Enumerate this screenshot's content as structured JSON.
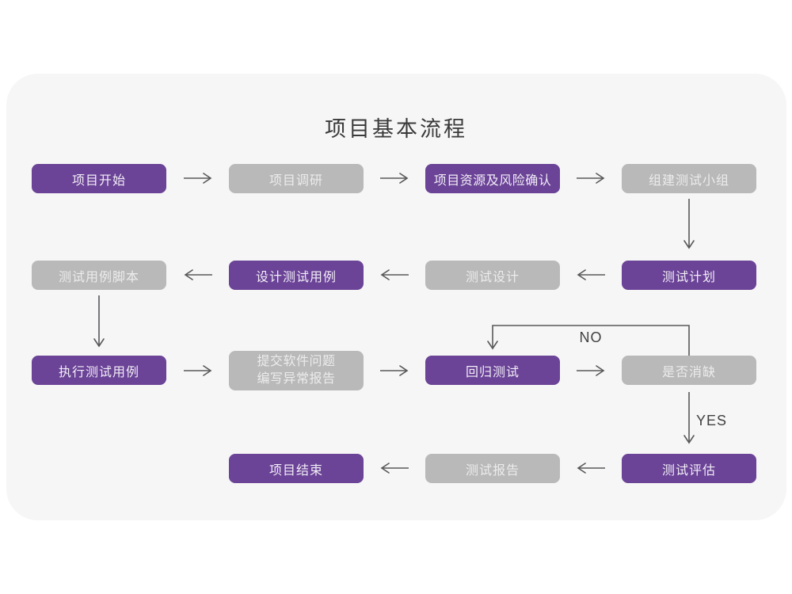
{
  "diagram": {
    "title": "项目基本流程",
    "nodes": [
      {
        "id": "project-start",
        "label": "项目开始",
        "variant": "purple"
      },
      {
        "id": "project-research",
        "label": "项目调研",
        "variant": "gray"
      },
      {
        "id": "resource-risk-confirm",
        "label": "项目资源及风险确认",
        "variant": "purple"
      },
      {
        "id": "build-test-team",
        "label": "组建测试小组",
        "variant": "gray"
      },
      {
        "id": "test-case-script",
        "label": "测试用例脚本",
        "variant": "gray"
      },
      {
        "id": "design-test-cases",
        "label": "设计测试用例",
        "variant": "purple"
      },
      {
        "id": "test-design",
        "label": "测试设计",
        "variant": "gray"
      },
      {
        "id": "test-plan",
        "label": "测试计划",
        "variant": "purple"
      },
      {
        "id": "execute-test-cases",
        "label": "执行测试用例",
        "variant": "purple"
      },
      {
        "id": "submit-issues",
        "label": "提交软件问题",
        "label2": "编写异常报告",
        "variant": "gray"
      },
      {
        "id": "regression-test",
        "label": "回归测试",
        "variant": "purple"
      },
      {
        "id": "defect-resolved",
        "label": "是否消缺",
        "variant": "gray"
      },
      {
        "id": "project-end",
        "label": "项目结束",
        "variant": "purple"
      },
      {
        "id": "test-report",
        "label": "测试报告",
        "variant": "gray"
      },
      {
        "id": "test-evaluation",
        "label": "测试评估",
        "variant": "purple"
      }
    ],
    "decision_labels": {
      "no": "NO",
      "yes": "YES"
    },
    "edges": [
      {
        "from": "project-start",
        "to": "project-research"
      },
      {
        "from": "project-research",
        "to": "resource-risk-confirm"
      },
      {
        "from": "resource-risk-confirm",
        "to": "build-test-team"
      },
      {
        "from": "build-test-team",
        "to": "test-plan"
      },
      {
        "from": "test-plan",
        "to": "test-design"
      },
      {
        "from": "test-design",
        "to": "design-test-cases"
      },
      {
        "from": "design-test-cases",
        "to": "test-case-script"
      },
      {
        "from": "test-case-script",
        "to": "execute-test-cases"
      },
      {
        "from": "execute-test-cases",
        "to": "submit-issues"
      },
      {
        "from": "submit-issues",
        "to": "regression-test"
      },
      {
        "from": "regression-test",
        "to": "defect-resolved"
      },
      {
        "from": "defect-resolved",
        "to": "regression-test",
        "label": "NO"
      },
      {
        "from": "defect-resolved",
        "to": "test-evaluation",
        "label": "YES"
      },
      {
        "from": "test-evaluation",
        "to": "test-report"
      },
      {
        "from": "test-report",
        "to": "project-end"
      }
    ],
    "colors": {
      "node_purple": "#6b4397",
      "node_gray": "#b9b9b9",
      "purple_text": "#f2eef7",
      "gray_text": "#ececec",
      "card_background": "#f6f6f6",
      "page_background": "#ffffff",
      "arrow": "#58585a",
      "title_text": "#3a3a3a",
      "decision_label_text": "#414042"
    }
  }
}
